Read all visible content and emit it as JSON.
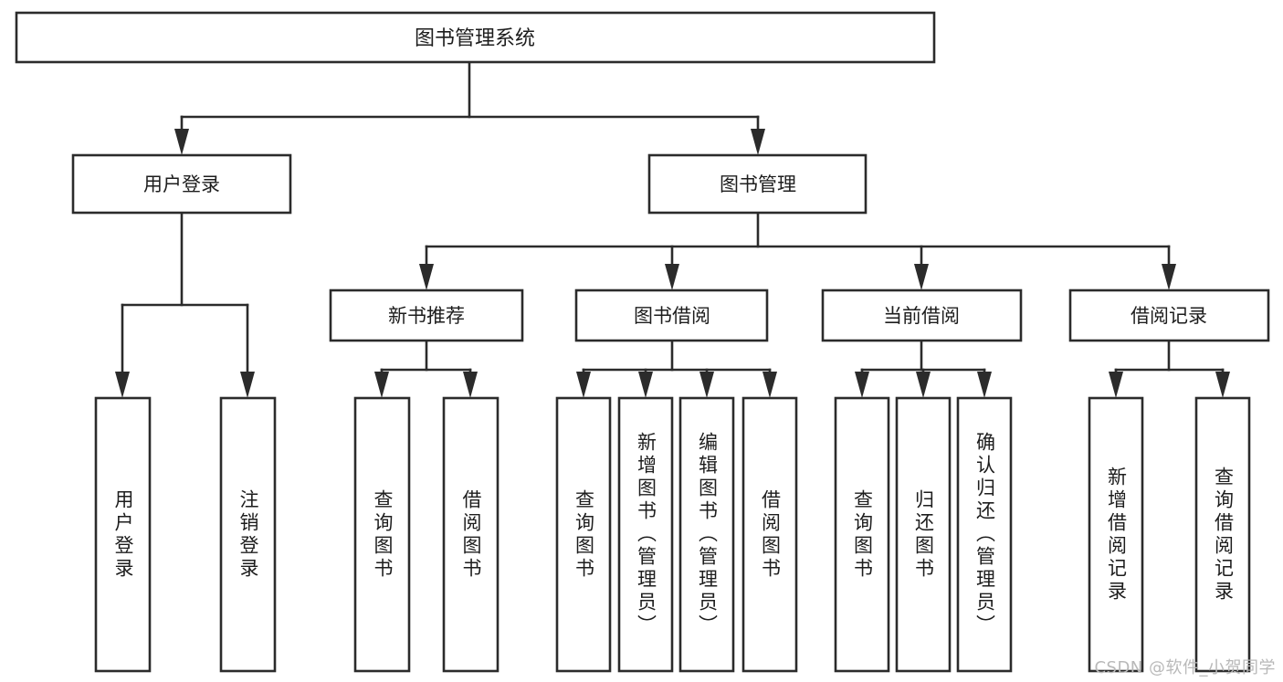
{
  "diagram": {
    "type": "hierarchy-tree",
    "title": "图书管理系统",
    "watermark": "CSDN @软件_小贺同学",
    "colors": {
      "stroke": "#2b2b2b",
      "fill": "#ffffff",
      "text": "#1d1d1d",
      "watermark": "#b9b9b9",
      "background": "#ffffff"
    },
    "root": {
      "id": "root",
      "label": "图书管理系统",
      "orientation": "horizontal"
    },
    "level2": [
      {
        "id": "user-login",
        "label": "用户登录",
        "orientation": "horizontal"
      },
      {
        "id": "book-management",
        "label": "图书管理",
        "orientation": "horizontal"
      }
    ],
    "level3": [
      {
        "id": "new-book-recommend",
        "label": "新书推荐",
        "parent": "book-management",
        "orientation": "horizontal"
      },
      {
        "id": "book-borrow",
        "label": "图书借阅",
        "parent": "book-management",
        "orientation": "horizontal"
      },
      {
        "id": "current-borrow",
        "label": "当前借阅",
        "parent": "book-management",
        "orientation": "horizontal"
      },
      {
        "id": "borrow-record",
        "label": "借阅记录",
        "parent": "book-management",
        "orientation": "horizontal"
      }
    ],
    "leaves": [
      {
        "id": "leaf-user-login",
        "label": "用户登录",
        "parent": "user-login",
        "orientation": "vertical"
      },
      {
        "id": "leaf-logout-login",
        "label": "注销登录",
        "parent": "user-login",
        "orientation": "vertical"
      },
      {
        "id": "leaf-query-book-1",
        "label": "查询图书",
        "parent": "new-book-recommend",
        "orientation": "vertical"
      },
      {
        "id": "leaf-borrow-book-1",
        "label": "借阅图书",
        "parent": "new-book-recommend",
        "orientation": "vertical"
      },
      {
        "id": "leaf-query-book-2",
        "label": "查询图书",
        "parent": "book-borrow",
        "orientation": "vertical"
      },
      {
        "id": "leaf-add-book",
        "label": "新增图书（管理员）",
        "parent": "book-borrow",
        "orientation": "vertical"
      },
      {
        "id": "leaf-edit-book",
        "label": "编辑图书（管理员）",
        "parent": "book-borrow",
        "orientation": "vertical"
      },
      {
        "id": "leaf-borrow-book-2",
        "label": "借阅图书",
        "parent": "book-borrow",
        "orientation": "vertical"
      },
      {
        "id": "leaf-query-book-3",
        "label": "查询图书",
        "parent": "current-borrow",
        "orientation": "vertical"
      },
      {
        "id": "leaf-return-book",
        "label": "归还图书",
        "parent": "current-borrow",
        "orientation": "vertical"
      },
      {
        "id": "leaf-confirm-return",
        "label": "确认归还（管理员）",
        "parent": "current-borrow",
        "orientation": "vertical"
      },
      {
        "id": "leaf-add-record",
        "label": "新增借阅记录",
        "parent": "borrow-record",
        "orientation": "vertical"
      },
      {
        "id": "leaf-query-record",
        "label": "查询借阅记录",
        "parent": "borrow-record",
        "orientation": "vertical"
      }
    ]
  }
}
